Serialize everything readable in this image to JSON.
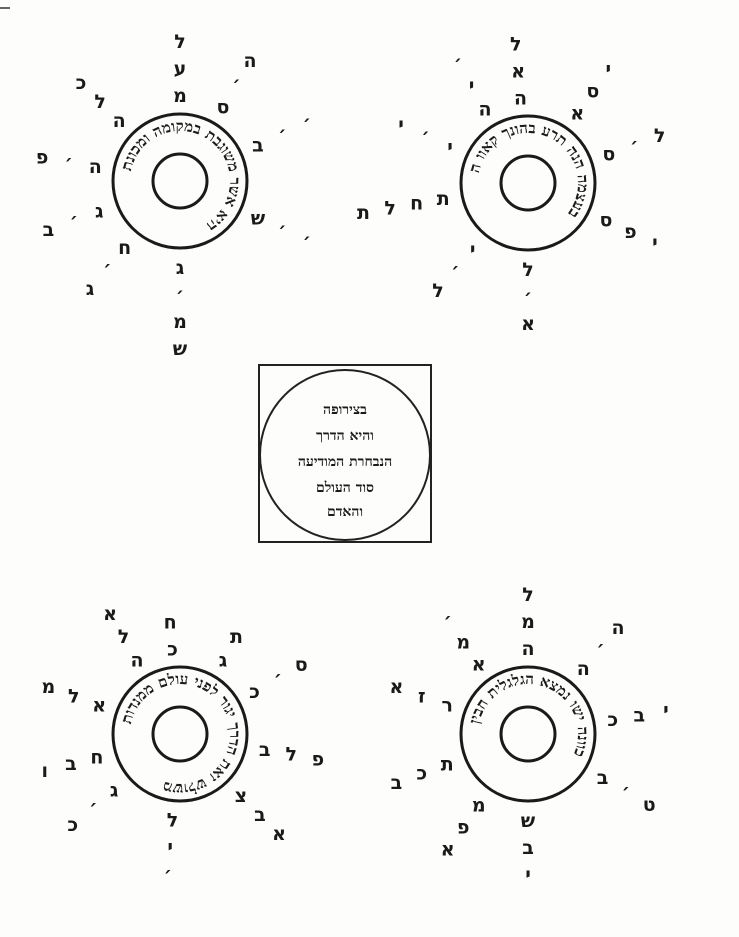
{
  "center": {
    "lines": [
      "בצירופה",
      "והיא הדרך",
      "הנבחרת המודיעה",
      "סוד העולם",
      "והאדם"
    ]
  },
  "wheels": [
    {
      "position": "top-left",
      "ring_text": "היא אשר משוגבת במקומה ומכונת",
      "rays": [
        {
          "angle": -90,
          "letters": "מעל"
        },
        {
          "angle": -60,
          "letters": "ס׳ה"
        },
        {
          "angle": -25,
          "letters": "ב׳׳"
        },
        {
          "angle": 25,
          "letters": "ש׳׳"
        },
        {
          "angle": 90,
          "letters": "ג׳מש"
        },
        {
          "angle": 130,
          "letters": "ח׳ג"
        },
        {
          "angle": 160,
          "letters": "ג׳ב"
        },
        {
          "angle": 190,
          "letters": "ה׳פ"
        },
        {
          "angle": 225,
          "letters": "הלכ"
        }
      ]
    },
    {
      "position": "top-right",
      "ring_text": "בעצמה הנה תרע בהונך קאוו ה",
      "rays": [
        {
          "angle": -95,
          "letters": "האל"
        },
        {
          "angle": -55,
          "letters": "אסי"
        },
        {
          "angle": -20,
          "letters": "ס׳ל"
        },
        {
          "angle": 25,
          "letters": "ספי"
        },
        {
          "angle": 90,
          "letters": "ל׳א"
        },
        {
          "angle": 130,
          "letters": "י׳ל"
        },
        {
          "angle": 170,
          "letters": "תחלת"
        },
        {
          "angle": 205,
          "letters": "י׳י"
        },
        {
          "angle": 240,
          "letters": "הי׳"
        }
      ]
    },
    {
      "position": "bottom-left",
      "ring_text": "משולש זאת הדרך יגור לפני עולם ממנדות",
      "rays": [
        {
          "angle": -95,
          "letters": "כח"
        },
        {
          "angle": -60,
          "letters": "גת"
        },
        {
          "angle": -30,
          "letters": "כ׳ס"
        },
        {
          "angle": 10,
          "letters": "בלפ"
        },
        {
          "angle": 45,
          "letters": "צבא"
        },
        {
          "angle": 95,
          "letters": "לי׳"
        },
        {
          "angle": 140,
          "letters": "ג׳כ"
        },
        {
          "angle": 165,
          "letters": "חבו"
        },
        {
          "angle": 200,
          "letters": "אלמ"
        },
        {
          "angle": 240,
          "letters": "הלא"
        }
      ]
    },
    {
      "position": "bottom-right",
      "ring_text": "כוונה ישו נמצא הגלגלית חבין",
      "rays": [
        {
          "angle": -90,
          "letters": "המל"
        },
        {
          "angle": -50,
          "letters": "ה׳ה"
        },
        {
          "angle": -10,
          "letters": "כבי"
        },
        {
          "angle": 30,
          "letters": "ב׳ט"
        },
        {
          "angle": 90,
          "letters": "שבי"
        },
        {
          "angle": 125,
          "letters": "מפא"
        },
        {
          "angle": 160,
          "letters": "תכב"
        },
        {
          "angle": 200,
          "letters": "רזא"
        },
        {
          "angle": 235,
          "letters": "אמ׳"
        }
      ]
    }
  ]
}
